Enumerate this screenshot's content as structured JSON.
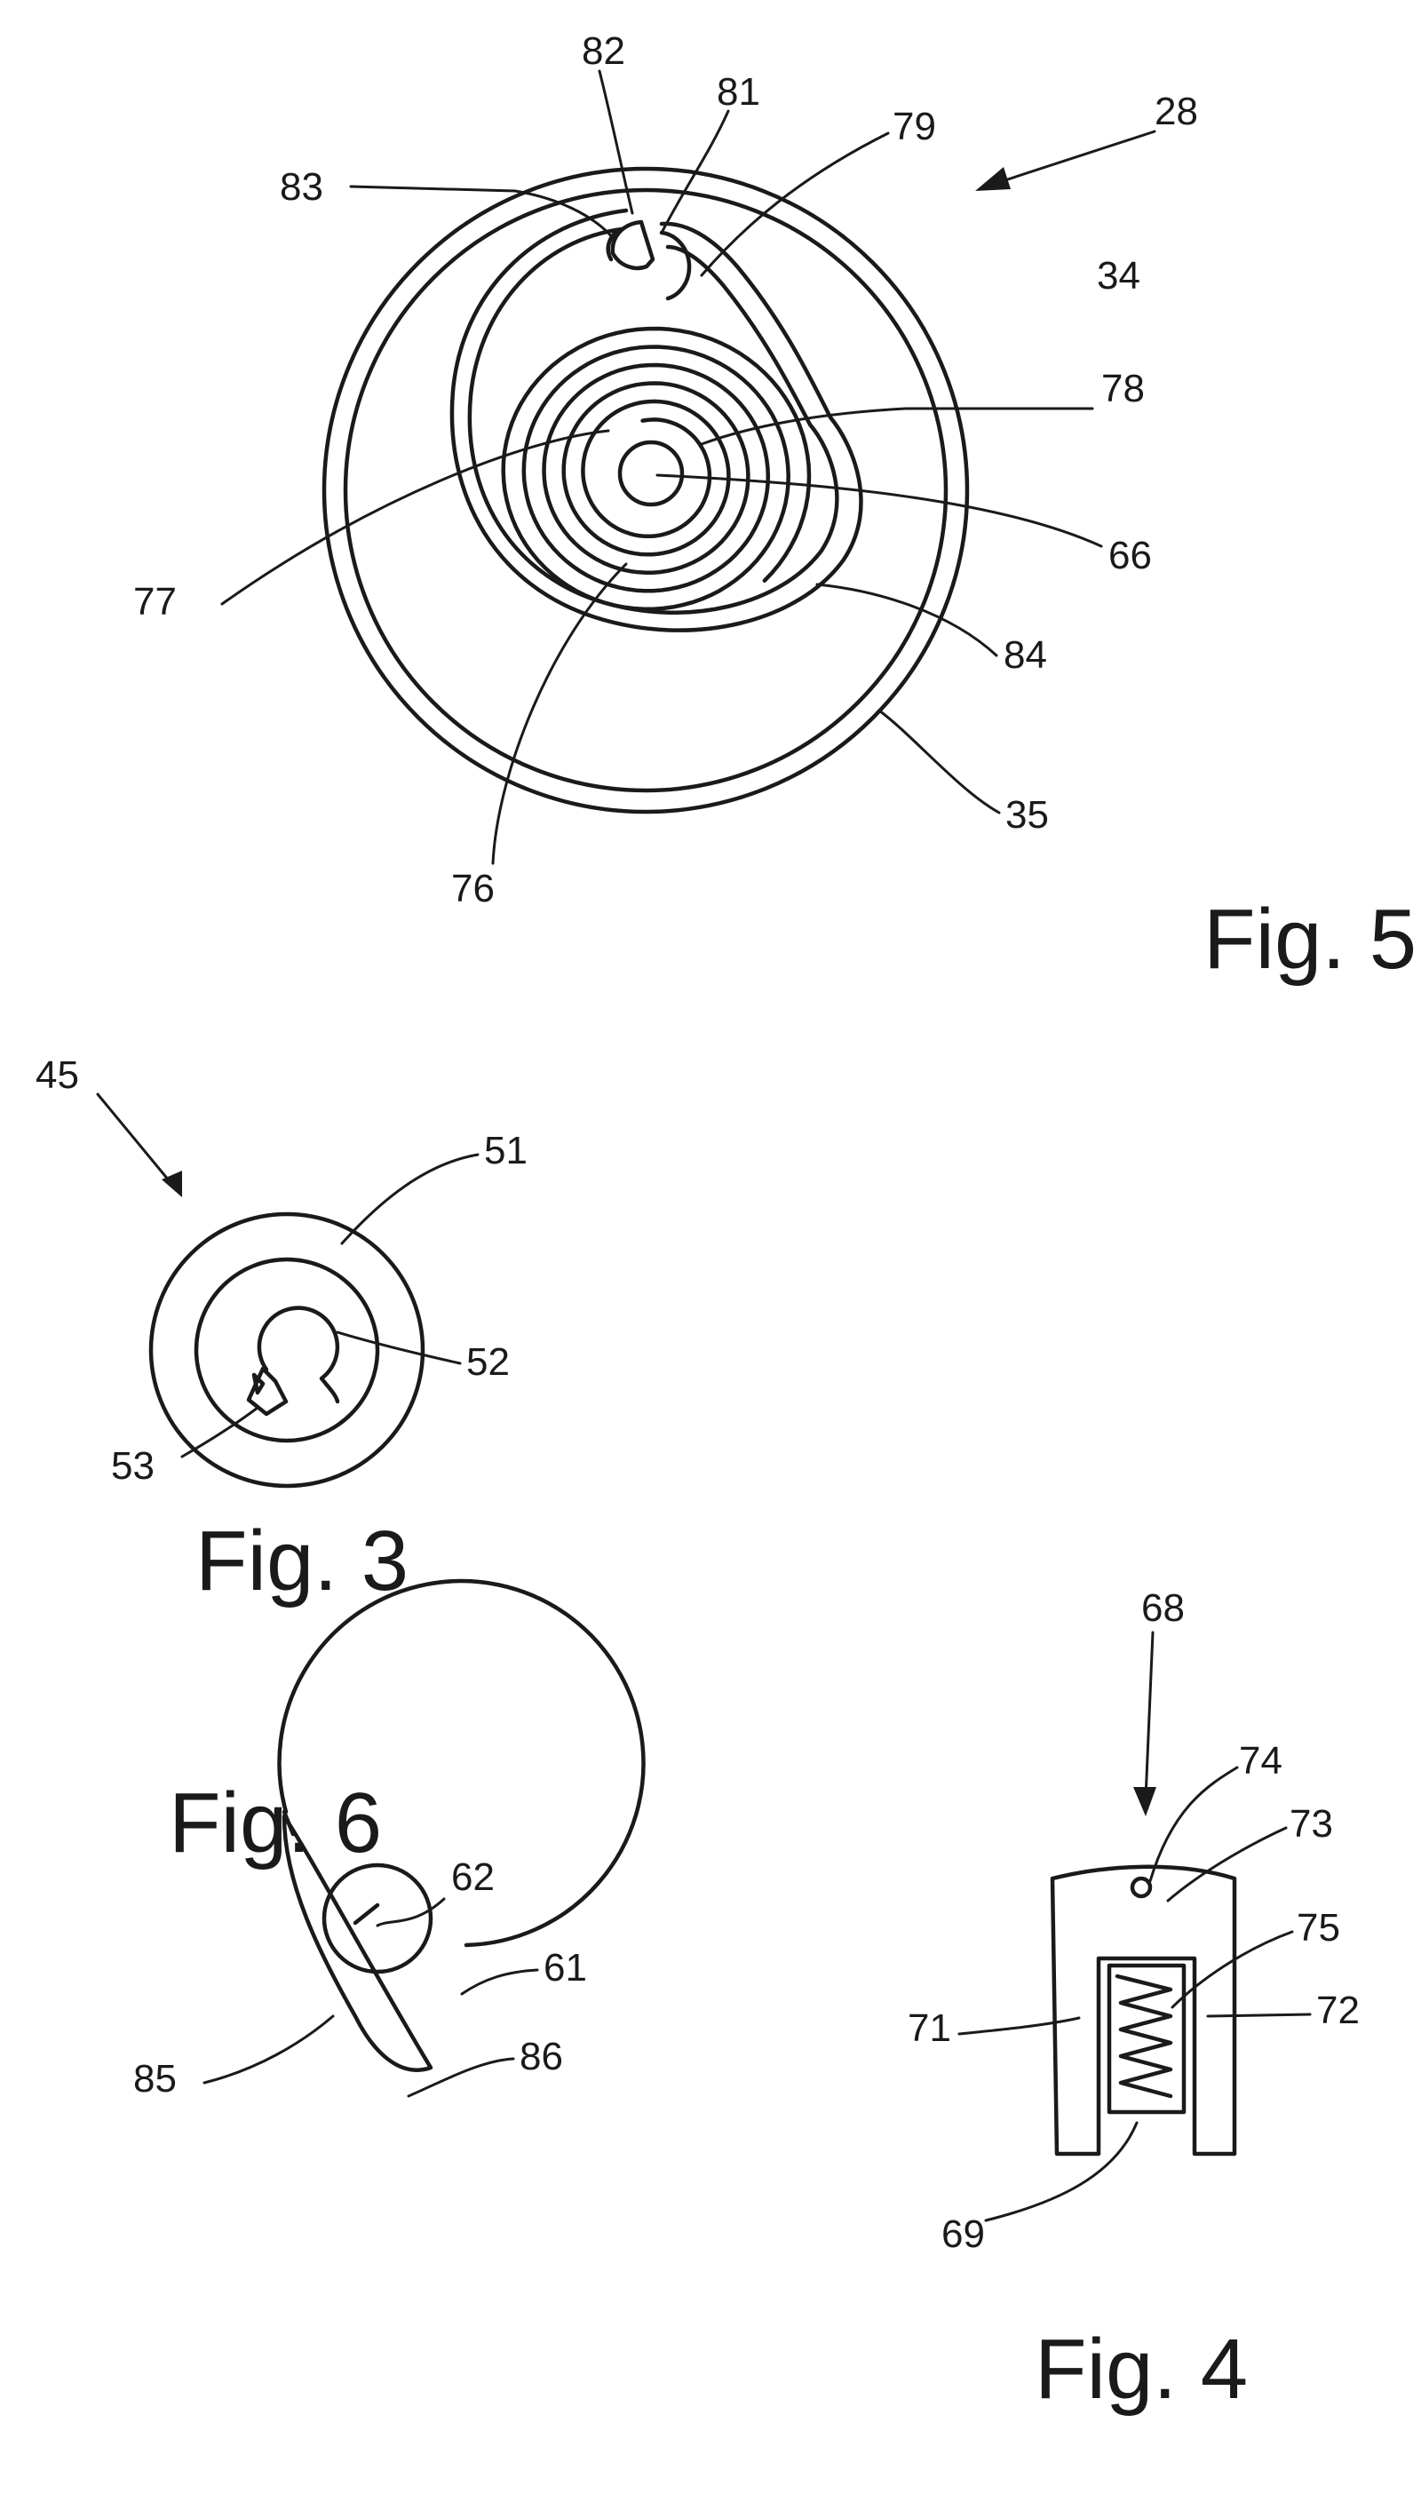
{
  "figures": {
    "fig5": {
      "caption": "Fig. 5",
      "labels": {
        "l28": "28",
        "l34": "34",
        "l35": "35",
        "l66": "66",
        "l76": "76",
        "l77": "77",
        "l78": "78",
        "l79": "79",
        "l81": "81",
        "l82": "82",
        "l83": "83",
        "l84": "84"
      }
    },
    "fig3": {
      "caption": "Fig. 3",
      "labels": {
        "l45": "45",
        "l51": "51",
        "l52": "52",
        "l53": "53"
      }
    },
    "fig6": {
      "caption": "Fig. 6",
      "labels": {
        "l61": "61",
        "l62": "62",
        "l85": "85",
        "l86": "86"
      }
    },
    "fig4": {
      "caption": "Fig. 4",
      "labels": {
        "l68": "68",
        "l69": "69",
        "l71": "71",
        "l72": "72",
        "l73": "73",
        "l74": "74",
        "l75": "75"
      }
    }
  },
  "colors": {
    "ink": "#1a1a1a",
    "paper": "#ffffff"
  }
}
